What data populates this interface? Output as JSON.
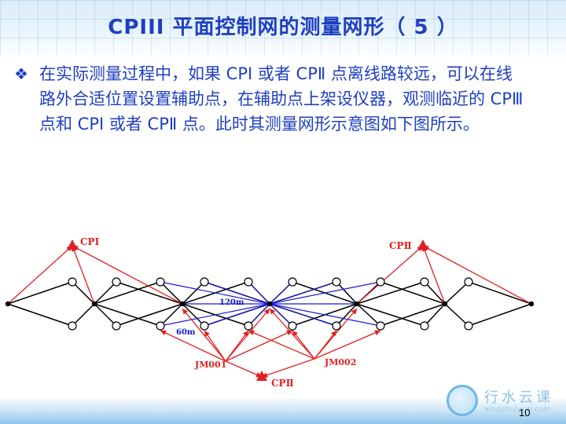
{
  "title": "CPIII 平面控制网的测量网形（ 5 ）",
  "bullet": {
    "icon": "diamond-bullet-icon",
    "text": "在实际测量过程中，如果 CPⅠ 或者 CPⅡ 点离线路较远，可以在线路外合适位置设置辅助点，在辅助点上架设仪器，观测临近的 CPⅢ 点和 CPⅠ 或者 CPⅡ 点。此时其测量网形示意图如下图所示。"
  },
  "diagram": {
    "labels": {
      "cp1": "CPⅠ",
      "cp2_right": "CPⅡ",
      "cp2_bottom": "CPⅡ",
      "jm001": "JM001",
      "jm002": "JM002",
      "dist_120": "120m",
      "dist_60": "60m"
    },
    "colors": {
      "network": "#000000",
      "red": "#e02020",
      "blue": "#1a1ad0",
      "label": "#e02020",
      "dist_label": "#1a1ad0"
    }
  },
  "logo": {
    "text": "行水云课",
    "sub": "xingshuiyun.com"
  },
  "page_number": "10",
  "colors": {
    "title": "#1f3fbf",
    "body_text": "#1f3fbf"
  }
}
